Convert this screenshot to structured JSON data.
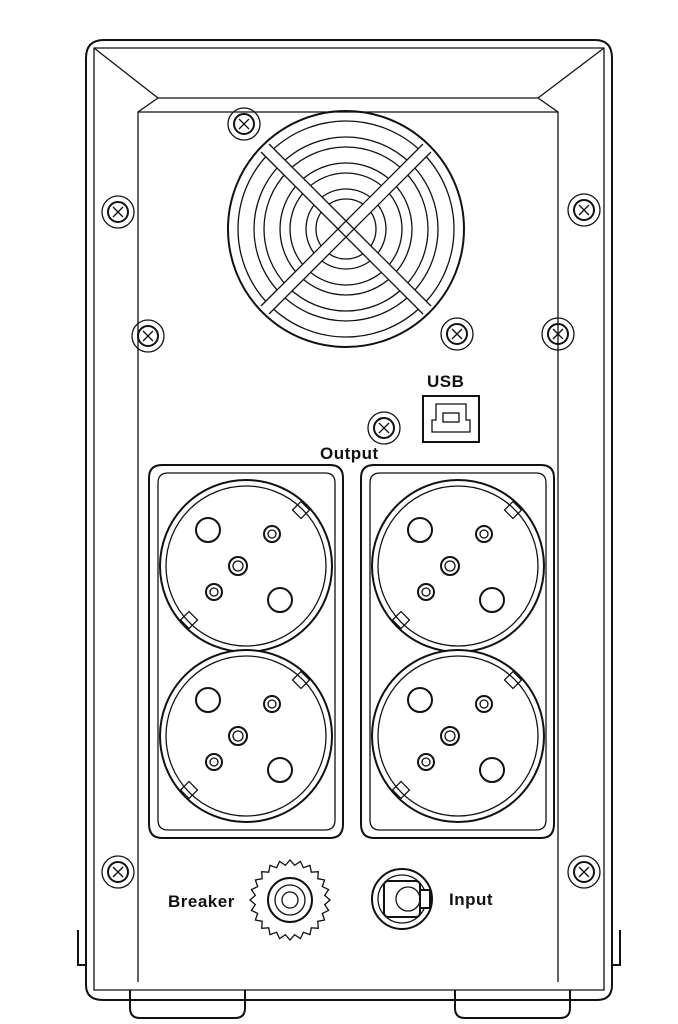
{
  "labels": {
    "usb": "USB",
    "output": "Output",
    "breaker": "Breaker",
    "input": "Input"
  },
  "colors": {
    "line": "#111111",
    "background": "#ffffff"
  },
  "components": {
    "fan_grille": "fan-grille",
    "usb_port": "usb-b-port",
    "sockets": [
      "socket-top-left",
      "socket-bottom-left",
      "socket-top-right",
      "socket-bottom-right"
    ],
    "breaker": "circuit-breaker",
    "input_connector": "power-input-connector"
  }
}
